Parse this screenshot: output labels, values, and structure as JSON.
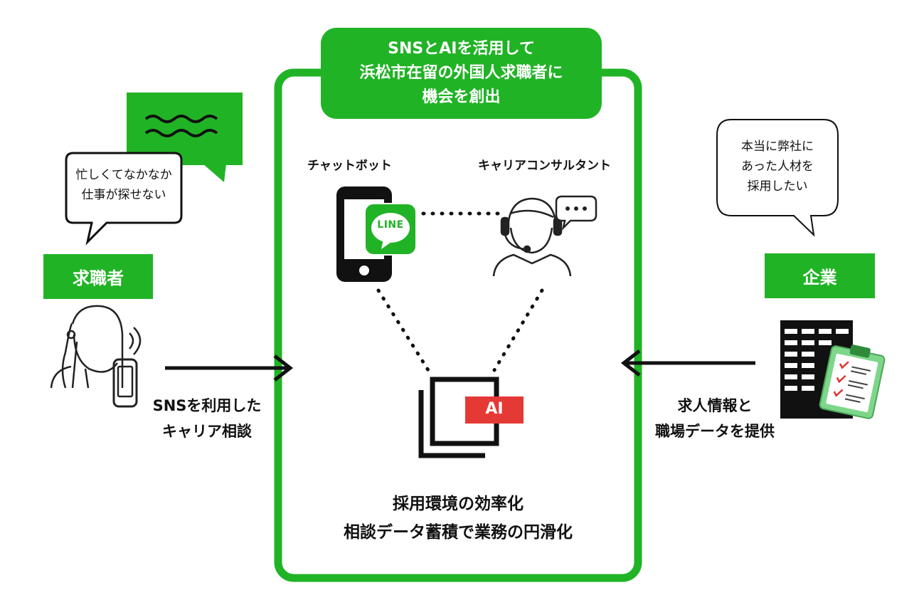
{
  "banner": {
    "line1": "SNSとAIを活用して",
    "line2": "浜松市在留の外国人求職者に",
    "line3": "機会を創出"
  },
  "center": {
    "chatbot_label": "チャットボット",
    "consultant_label": "キャリアコンサルタント",
    "line_logo_text": "LINE",
    "ai_badge_text": "AI",
    "bottom_line1": "採用環境の効率化",
    "bottom_line2": "相談データ蓄積で業務の円滑化"
  },
  "job_seeker": {
    "label": "求職者",
    "bubble_line1": "忙しくてなかなか",
    "bubble_line2": "仕事が探せない",
    "arrow_line1": "SNSを利用した",
    "arrow_line2": "キャリア相談"
  },
  "company": {
    "label": "企業",
    "bubble_line1": "本当に弊社に",
    "bubble_line2": "あった人材を",
    "bubble_line3": "採用したい",
    "arrow_line1": "求人情報と",
    "arrow_line2": "職場データを提供"
  },
  "colors": {
    "accent_green": "#21b326",
    "ai_red": "#e53935",
    "clipboard_green": "#7ed68a"
  },
  "icons": [
    "phone-icon",
    "line-app-icon",
    "consultant-headset-icon",
    "speech-ellipsis-icon",
    "ai-window-icon",
    "woman-with-phone-icon",
    "office-building-icon",
    "clipboard-checklist-icon",
    "wavy-message-icon"
  ]
}
